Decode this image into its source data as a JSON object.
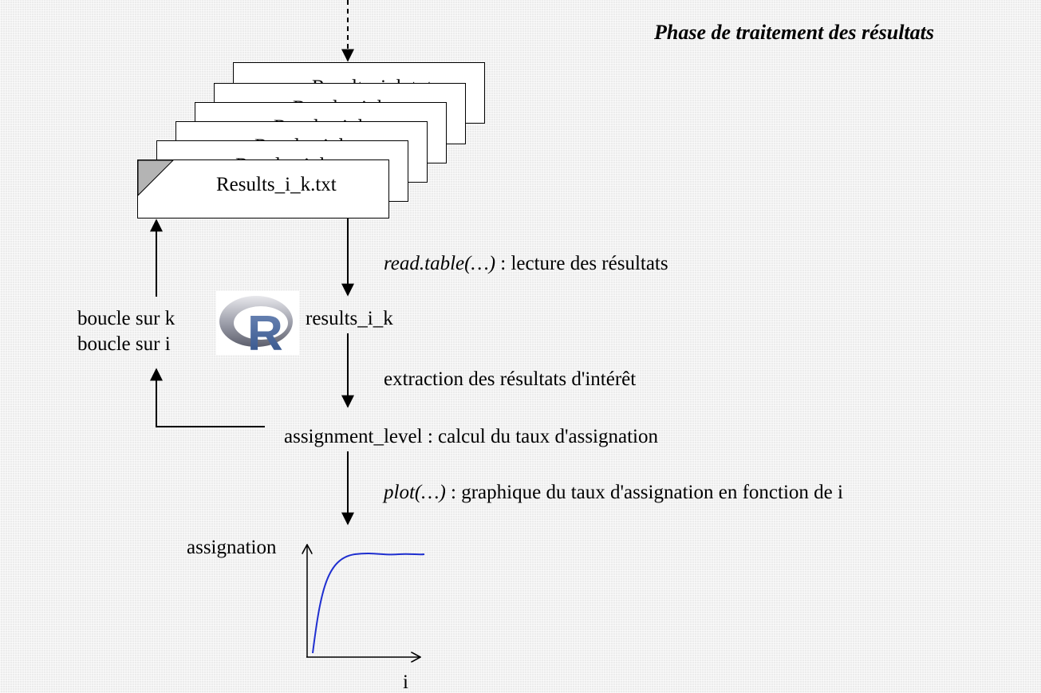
{
  "title": "Phase de traitement des résultats",
  "files": {
    "stack_label": "Results_i_k.txt",
    "front_label": "Results_i_k.txt"
  },
  "steps": {
    "read_fn": "read.table(…)",
    "read_desc": " : lecture des résultats",
    "results_var": "results_i_k",
    "extract_desc": "extraction des résultats d'intérêt",
    "assign_desc": "assignment_level : calcul du taux d'assignation",
    "plot_fn": "plot(…)",
    "plot_desc": " : graphique du taux d'assignation en fonction de i"
  },
  "loops": {
    "k": "boucle sur k",
    "i": "boucle sur i"
  },
  "logo": {
    "letter": "R",
    "icon": "r-logo-icon"
  },
  "graph": {
    "y_label": "assignation",
    "x_label": "i",
    "curve_color": "#1f2fd0"
  }
}
